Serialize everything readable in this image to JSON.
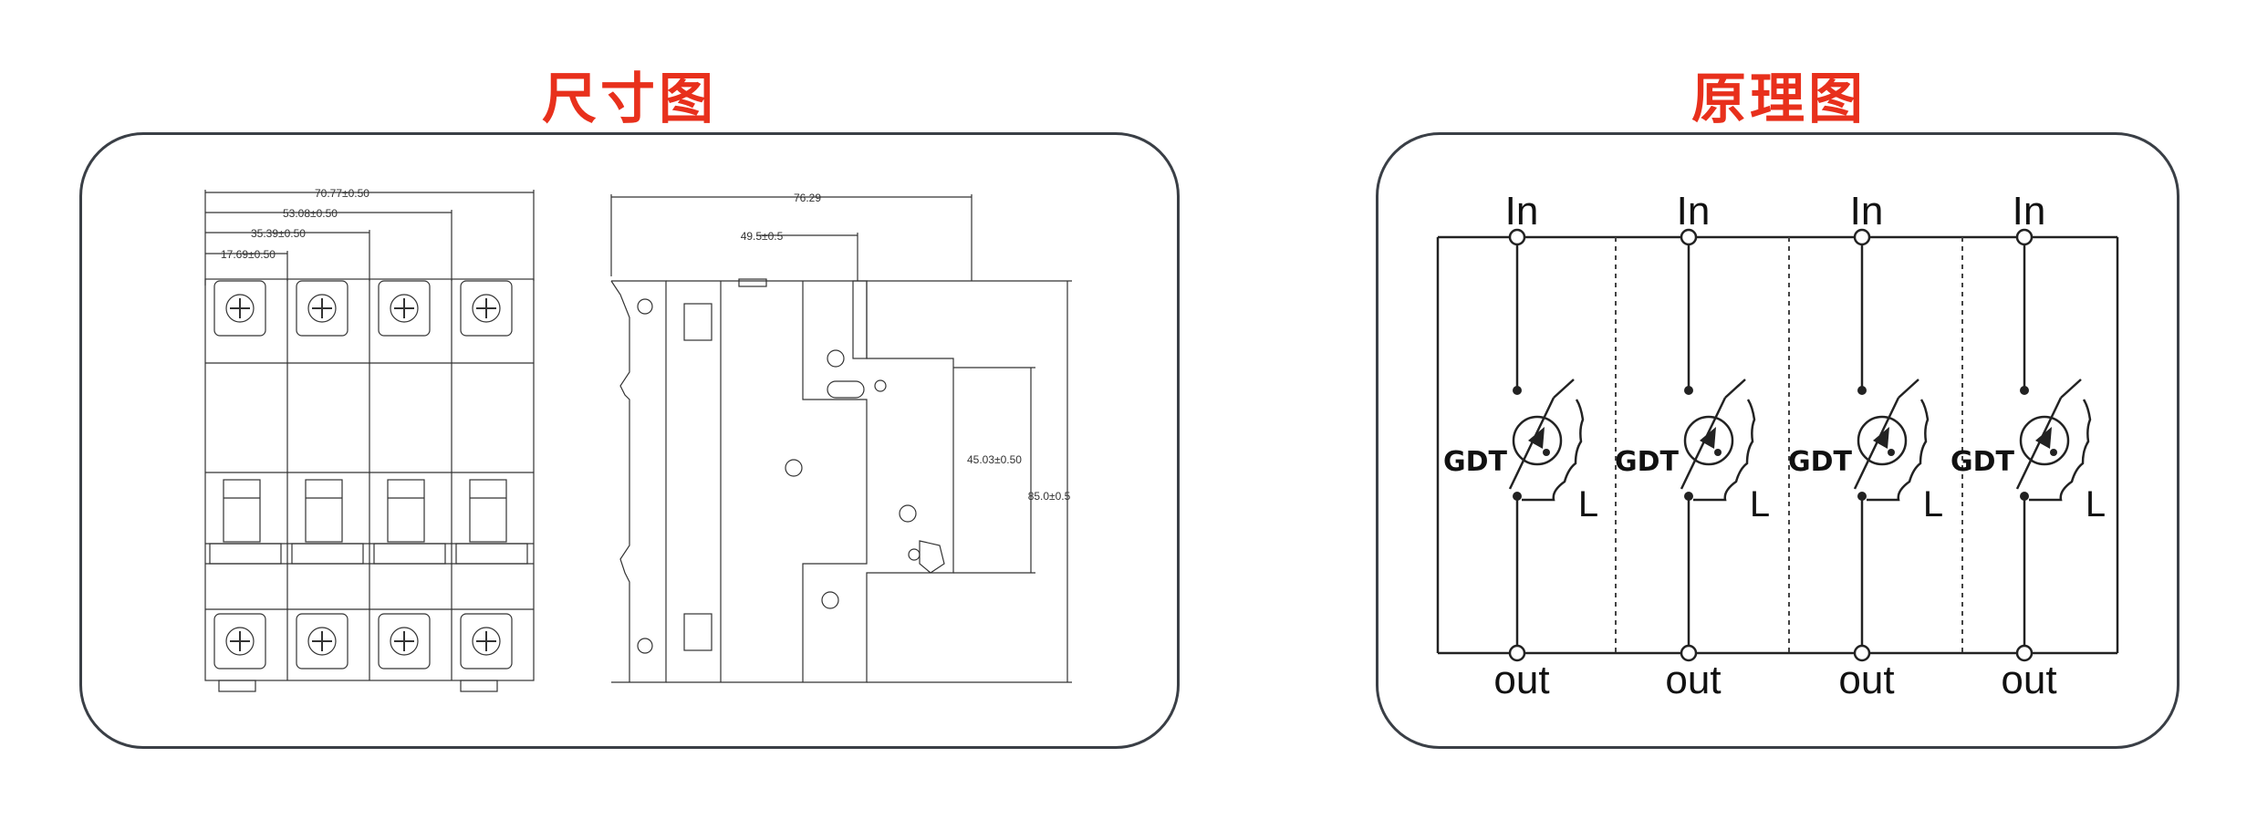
{
  "panels": {
    "dimension": {
      "title": "尺寸图"
    },
    "schematic": {
      "title": "原理图"
    }
  },
  "front_view": {
    "dims": [
      "70.77±0.50",
      "53.08±0.50",
      "35.39±0.50",
      "17.69±0.50"
    ]
  },
  "side_view": {
    "dims": [
      "76.29",
      "49.5±0.5",
      "45.03±0.50",
      "85.0±0.5"
    ]
  },
  "schematic": {
    "channels": [
      {
        "in_label": "In",
        "out_label": "out",
        "device_label": "GDT",
        "inductor_label": "L"
      },
      {
        "in_label": "In",
        "out_label": "out",
        "device_label": "GDT",
        "inductor_label": "L"
      },
      {
        "in_label": "In",
        "out_label": "out",
        "device_label": "GDT",
        "inductor_label": "L"
      },
      {
        "in_label": "In",
        "out_label": "out",
        "device_label": "GDT",
        "inductor_label": "L"
      }
    ]
  },
  "colors": {
    "title": "#e8301c",
    "border": "#3a3f46",
    "line": "#222222"
  }
}
